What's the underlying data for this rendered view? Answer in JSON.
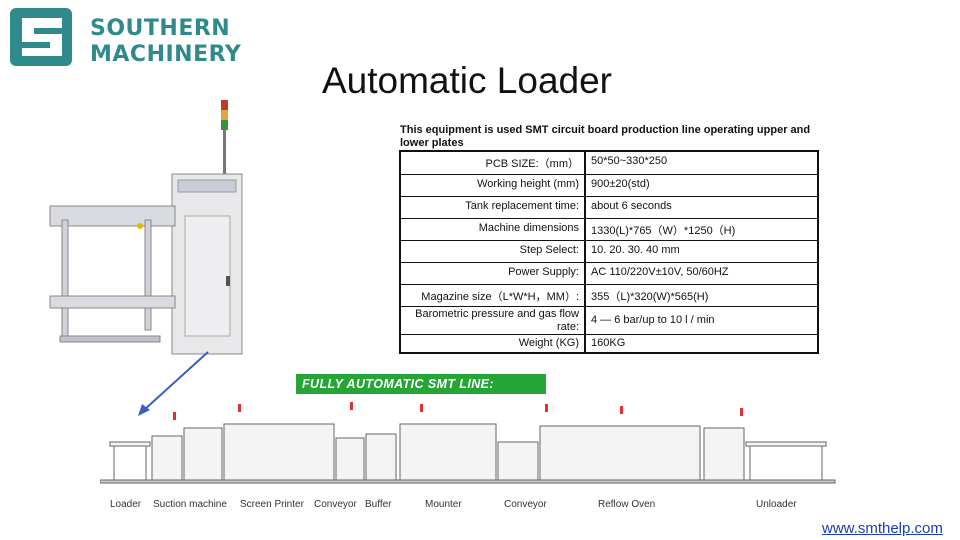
{
  "logo": {
    "line1": "SOUTHERN",
    "line2": "MACHINERY"
  },
  "title": "Automatic Loader",
  "description": "This equipment is used SMT circuit board production line operating upper and lower plates",
  "specs": [
    {
      "label": "PCB SIZE:（mm）",
      "value": "50*50~330*250"
    },
    {
      "label": "Working height (mm)",
      "value": "900±20(std)"
    },
    {
      "label": "Tank replacement time:",
      "value": "about 6 seconds"
    },
    {
      "label": "Machine dimensions",
      "value": "1330(L)*765（W）*1250（H)"
    },
    {
      "label": "Step Select:",
      "value": "10. 20. 30. 40 mm"
    },
    {
      "label": "Power Supply:",
      "value": "AC 110/220V±10V, 50/60HZ"
    },
    {
      "label": "Magazine size（L*W*H，MM）:",
      "value": "355（L)*320(W)*565(H)"
    },
    {
      "label": "Barometric pressure and gas flow rate:",
      "value": "4 — 6 bar/up to 10 l / min"
    },
    {
      "label": "Weight (KG)",
      "value": "160KG"
    }
  ],
  "banner": "FULLY AUTOMATIC SMT LINE:",
  "line_labels": [
    "Loader",
    "Suction machine",
    "Screen Printer",
    "Conveyor",
    "Buffer",
    "Mounter",
    "Conveyor",
    "Reflow Oven",
    "Unloader"
  ],
  "url": "www.smthelp.com",
  "colors": {
    "logo": "#2f8a8c",
    "banner": "#24a535",
    "link": "#1a3db8",
    "arrow": "#3a5fbf"
  }
}
